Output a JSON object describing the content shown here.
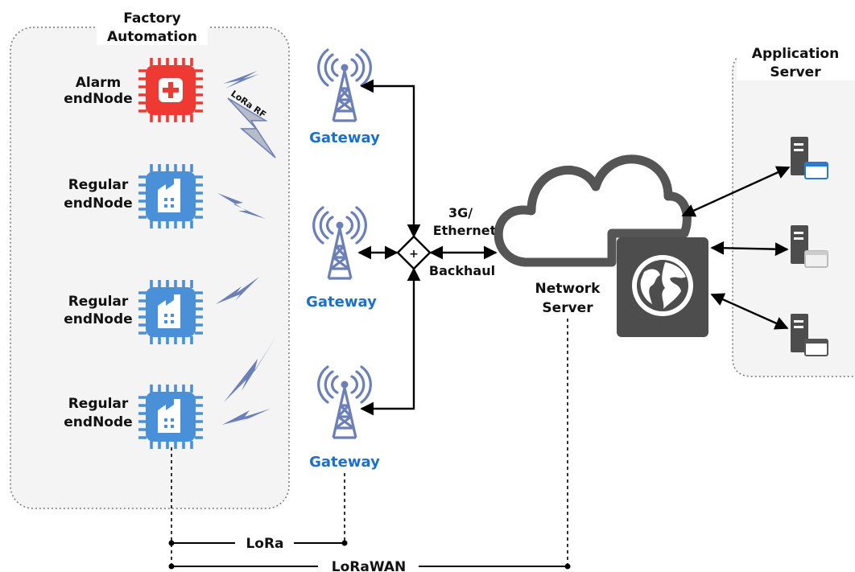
{
  "factory": {
    "title_line1": "Factory",
    "title_line2": "Automation"
  },
  "app_server": {
    "title_line1": "Application",
    "title_line2": "Server"
  },
  "nodes": [
    {
      "line1": "Alarm",
      "line2": "endNode",
      "kind": "alarm",
      "icon": "medical-chip-icon",
      "color": "#ee3a33"
    },
    {
      "line1": "Regular",
      "line2": "endNode",
      "kind": "regular",
      "icon": "factory-chip-icon",
      "color": "#4a90d9"
    },
    {
      "line1": "Regular",
      "line2": "endNode",
      "kind": "regular",
      "icon": "factory-chip-icon",
      "color": "#4a90d9"
    },
    {
      "line1": "Regular",
      "line2": "endNode",
      "kind": "regular",
      "icon": "factory-chip-icon",
      "color": "#4a90d9"
    }
  ],
  "lora_rf_label": "LoRa RF",
  "gateways": [
    {
      "label": "Gateway"
    },
    {
      "label": "Gateway"
    },
    {
      "label": "Gateway"
    }
  ],
  "backhaul": {
    "line1": "3G/",
    "line2": "Ethernet",
    "line3": "Backhaul"
  },
  "network_server": {
    "line1": "Network",
    "line2": "Server"
  },
  "spans": {
    "lora": "LoRa",
    "lorawan": "LoRaWAN"
  },
  "colors": {
    "gateway_text": "#1a6fd0",
    "tower": "#6b7fb8",
    "panel_bg": "#f4f4f4",
    "server_dark": "#4d4d4d"
  }
}
